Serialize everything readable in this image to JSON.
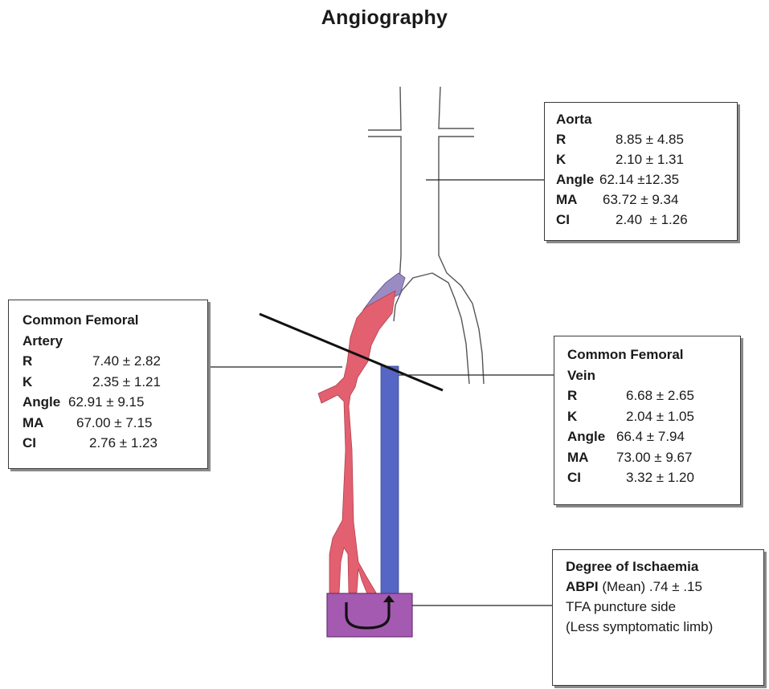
{
  "title": "Angiography",
  "aorta": {
    "head": "Aorta",
    "rows": [
      {
        "k": "R",
        "v": "8.85 ± 4.85"
      },
      {
        "k": "K",
        "v": "2.10 ± 1.31"
      },
      {
        "k": "Angle",
        "v": "62.14 ±12.35"
      },
      {
        "k": "MA",
        "v": "63.72 ± 9.34"
      },
      {
        "k": "CI",
        "v": "2.40  ± 1.26"
      }
    ]
  },
  "artery": {
    "head1": "Common Femoral",
    "head2": "Artery",
    "rows": [
      {
        "k": "R",
        "v": "7.40 ± 2.82"
      },
      {
        "k": "K",
        "v": "2.35 ± 1.21"
      },
      {
        "k": "Angle",
        "v": "62.91 ± 9.15"
      },
      {
        "k": "MA",
        "v": "67.00 ± 7.15"
      },
      {
        "k": "CI",
        "v": "2.76 ± 1.23"
      }
    ]
  },
  "vein": {
    "head1": "Common Femoral",
    "head2": "Vein",
    "rows": [
      {
        "k": "R",
        "v": "6.68 ± 2.65"
      },
      {
        "k": "K",
        "v": "2.04 ± 1.05"
      },
      {
        "k": "Angle",
        "v": "66.4 ± 7.94"
      },
      {
        "k": "MA",
        "v": "73.00 ± 9.67"
      },
      {
        "k": "CI",
        "v": "3.32 ± 1.20"
      }
    ]
  },
  "ischaemia": {
    "head": "Degree of Ischaemia",
    "abpi_label": "ABPI",
    "abpi_value": " (Mean) .74 ± .15",
    "line2": "TFA puncture side",
    "line3": "(Less symptomatic limb)"
  },
  "colors": {
    "artery": "#e2606f",
    "vein": "#5566c4",
    "puncture": "#a45ab0",
    "plaque": "#9a8cc2"
  }
}
